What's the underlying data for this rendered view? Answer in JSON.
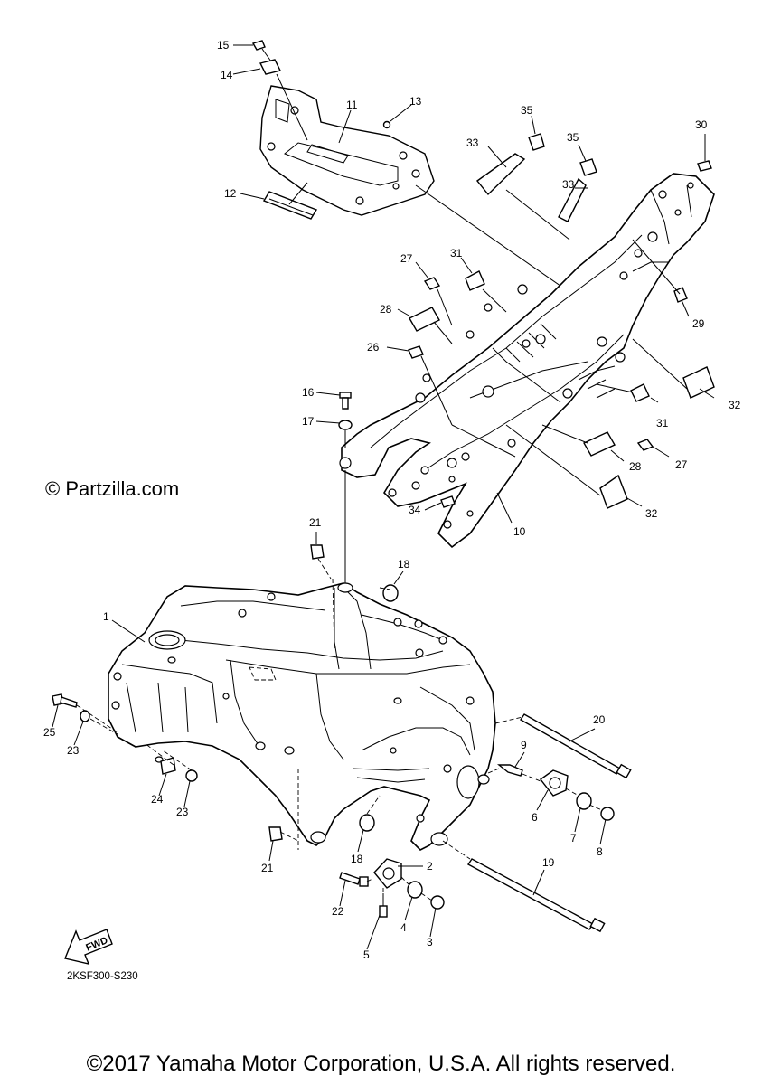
{
  "watermark": "© Partzilla.com",
  "diagram_code": "2KSF300-S230",
  "copyright": "©2017 Yamaha Motor Corporation, U.S.A. All rights reserved.",
  "fwd_badge": "FWD",
  "callouts": [
    {
      "id": "c1",
      "label": "1"
    },
    {
      "id": "c2",
      "label": "2"
    },
    {
      "id": "c3",
      "label": "3"
    },
    {
      "id": "c4",
      "label": "4"
    },
    {
      "id": "c5",
      "label": "5"
    },
    {
      "id": "c6",
      "label": "6"
    },
    {
      "id": "c7",
      "label": "7"
    },
    {
      "id": "c8",
      "label": "8"
    },
    {
      "id": "c9",
      "label": "9"
    },
    {
      "id": "c10",
      "label": "10"
    },
    {
      "id": "c11",
      "label": "11"
    },
    {
      "id": "c12",
      "label": "12"
    },
    {
      "id": "c13",
      "label": "13"
    },
    {
      "id": "c14",
      "label": "14"
    },
    {
      "id": "c15",
      "label": "15"
    },
    {
      "id": "c16",
      "label": "16"
    },
    {
      "id": "c17",
      "label": "17"
    },
    {
      "id": "c18a",
      "label": "18"
    },
    {
      "id": "c18b",
      "label": "18"
    },
    {
      "id": "c19",
      "label": "19"
    },
    {
      "id": "c20",
      "label": "20"
    },
    {
      "id": "c21a",
      "label": "21"
    },
    {
      "id": "c21b",
      "label": "21"
    },
    {
      "id": "c22",
      "label": "22"
    },
    {
      "id": "c23a",
      "label": "23"
    },
    {
      "id": "c23b",
      "label": "23"
    },
    {
      "id": "c24",
      "label": "24"
    },
    {
      "id": "c25",
      "label": "25"
    },
    {
      "id": "c26",
      "label": "26"
    },
    {
      "id": "c27a",
      "label": "27"
    },
    {
      "id": "c27b",
      "label": "27"
    },
    {
      "id": "c28a",
      "label": "28"
    },
    {
      "id": "c28b",
      "label": "28"
    },
    {
      "id": "c29",
      "label": "29"
    },
    {
      "id": "c30",
      "label": "30"
    },
    {
      "id": "c31a",
      "label": "31"
    },
    {
      "id": "c31b",
      "label": "31"
    },
    {
      "id": "c32a",
      "label": "32"
    },
    {
      "id": "c32b",
      "label": "32"
    },
    {
      "id": "c33a",
      "label": "33"
    },
    {
      "id": "c33b",
      "label": "33"
    },
    {
      "id": "c34",
      "label": "34"
    },
    {
      "id": "c35a",
      "label": "35"
    },
    {
      "id": "c35b",
      "label": "35"
    }
  ]
}
